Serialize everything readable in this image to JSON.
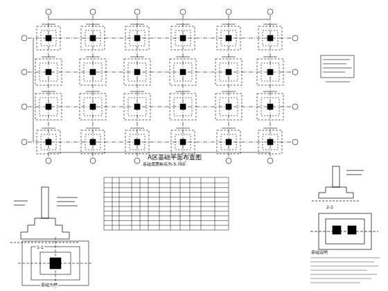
{
  "diagram": {
    "title": "A区基础平面布置图",
    "labels": [
      "基础底面标高为-5.700",
      "1-1",
      "基础大样",
      "2-2",
      "基础说明"
    ]
  }
}
